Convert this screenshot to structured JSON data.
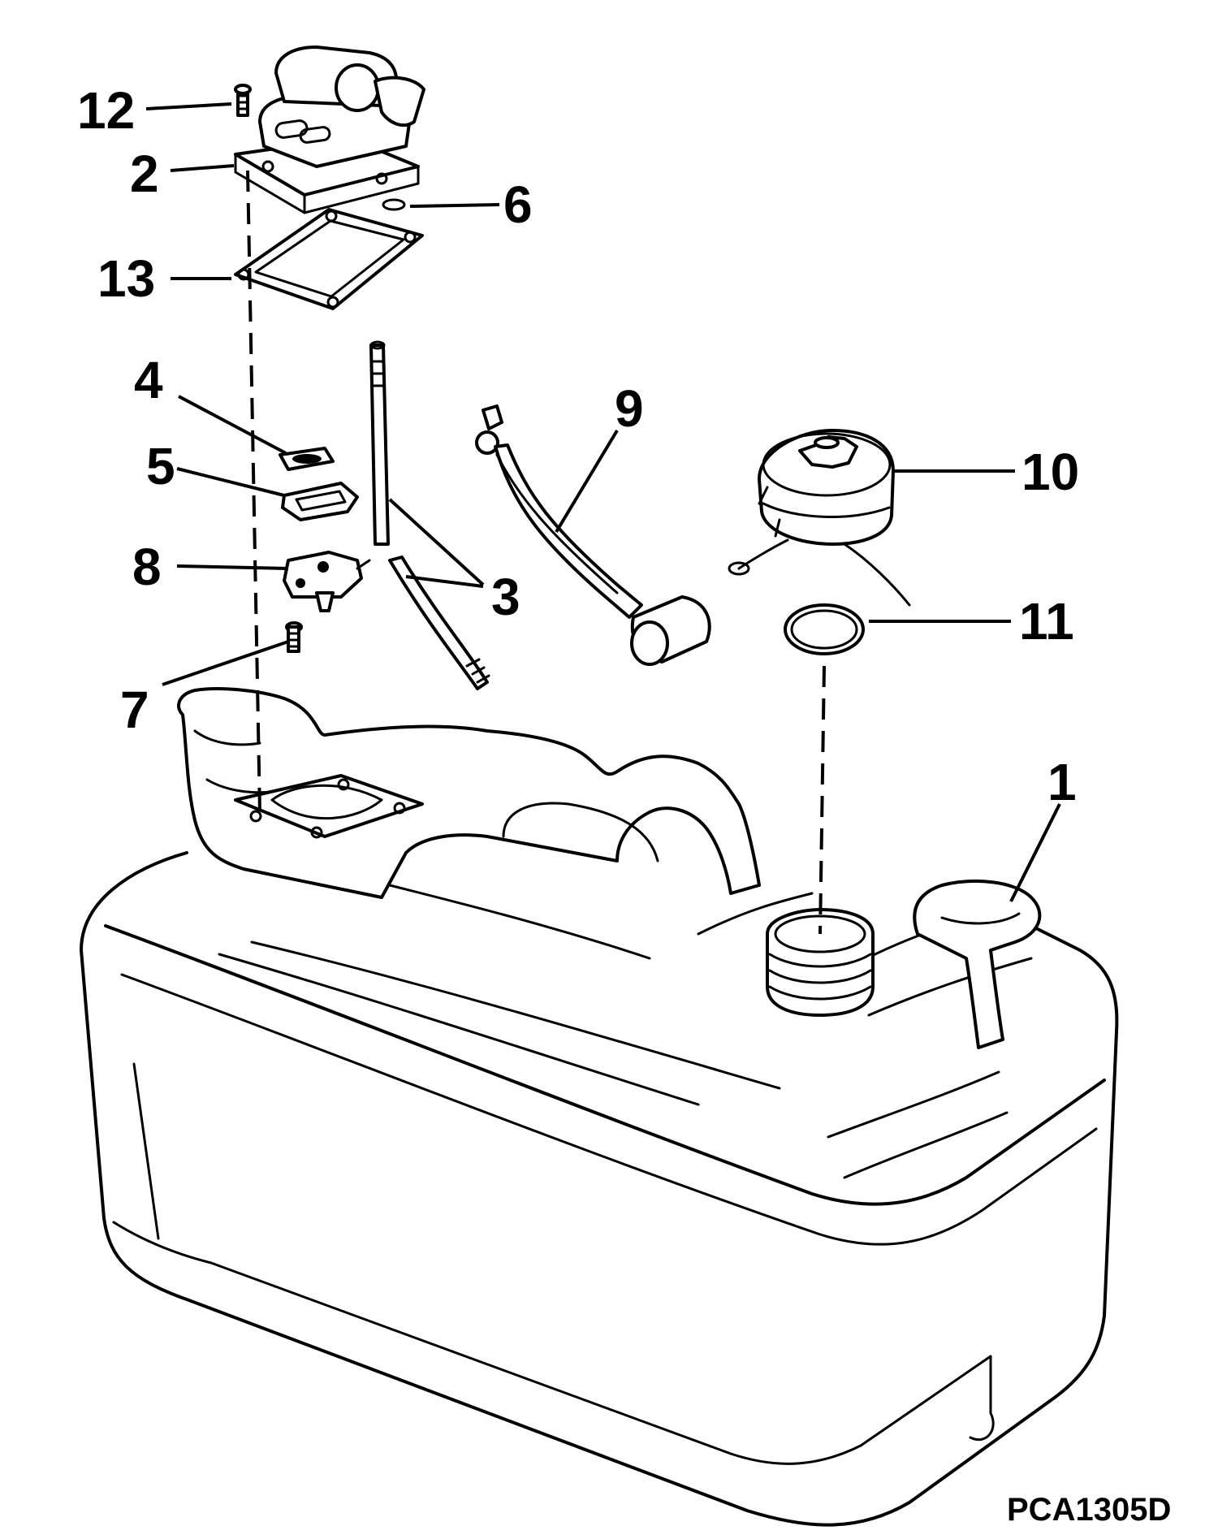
{
  "callouts": {
    "c1": "1",
    "c2": "2",
    "c3": "3",
    "c4": "4",
    "c5": "5",
    "c6": "6",
    "c7": "7",
    "c8": "8",
    "c9": "9",
    "c10": "10",
    "c11": "11",
    "c12": "12",
    "c13": "13"
  },
  "drawing_code": "PCA1305D"
}
